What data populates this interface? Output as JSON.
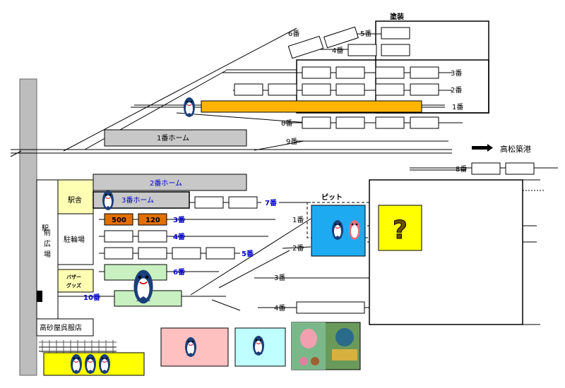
{
  "labels": {
    "paint_shop": "塗装",
    "pit": "ピット",
    "takamatsu_port": "高松築港",
    "platform1": "1番ホーム",
    "platform2": "2番ホーム",
    "platform3": "3番ホーム",
    "station_building": "駅舎",
    "bicycle_parking": "駐輪場",
    "station_plaza": "駅前広場",
    "bazaar_goods": "バザーグッズ",
    "takasagoya": "高砂屋呉服店",
    "question_mark": "?"
  },
  "yard_tracks": {
    "t6": "6番",
    "t5": "5番",
    "t4": "4番",
    "t3": "3番",
    "t2": "2番",
    "t1": "1番",
    "t0": "0番",
    "t9": "9番",
    "t8": "8番"
  },
  "station_tracks": {
    "t7": "7番",
    "t3": "3番",
    "t4": "4番",
    "t5": "5番",
    "t6": "6番",
    "t10": "10番"
  },
  "pit_tracks": {
    "t1": "1番",
    "t2": "2番",
    "t3": "3番",
    "t4": "4番"
  },
  "car_numbers": {
    "car_500": "500",
    "car_120": "120"
  },
  "colors": {
    "orange_train": "#ffb400",
    "orange_car": "#e07000",
    "platform_gray": "#c8c8c8",
    "building_yellow": "#ffffb4",
    "green_area": "#c8f0c0",
    "pit_blue": "#1eaaf0",
    "question_yellow": "#ffff00",
    "pink_box": "#ffc0c0",
    "cyan_box": "#c0ffff",
    "mascot_yellow": "#ffff00"
  }
}
